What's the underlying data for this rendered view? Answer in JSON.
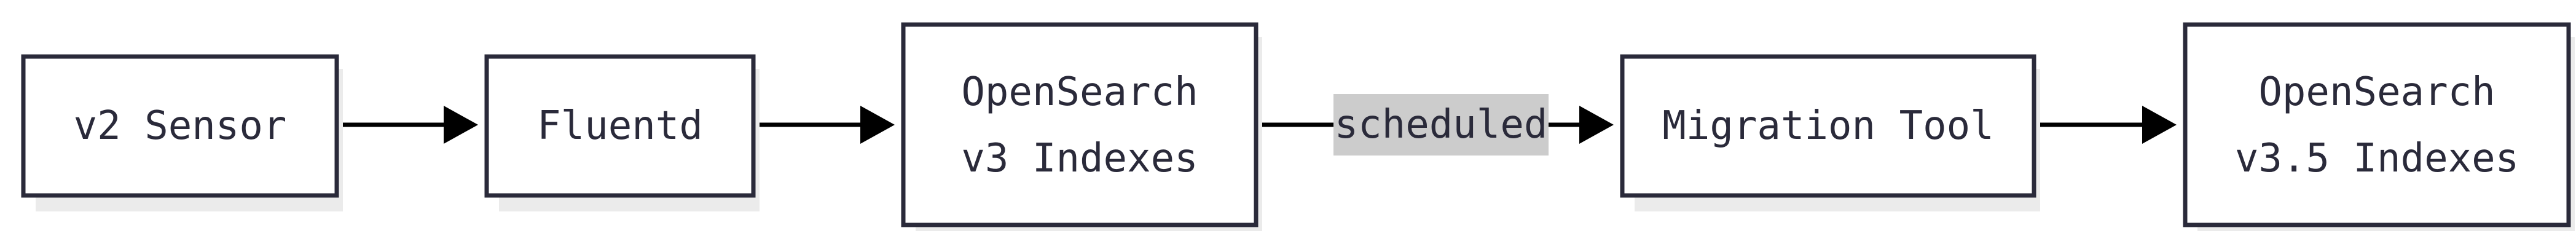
{
  "nodes": [
    {
      "id": "v2-sensor",
      "lines": [
        "v2 Sensor"
      ]
    },
    {
      "id": "fluentd",
      "lines": [
        "Fluentd"
      ]
    },
    {
      "id": "opensearch-v3",
      "lines": [
        "OpenSearch",
        "v3 Indexes"
      ]
    },
    {
      "id": "migration-tool",
      "lines": [
        "Migration Tool"
      ]
    },
    {
      "id": "opensearch-v35",
      "lines": [
        "OpenSearch",
        "v3.5 Indexes"
      ]
    }
  ],
  "edges": [
    {
      "from": "v2-sensor",
      "to": "fluentd",
      "label": ""
    },
    {
      "from": "fluentd",
      "to": "opensearch-v3",
      "label": ""
    },
    {
      "from": "opensearch-v3",
      "to": "migration-tool",
      "label": "scheduled"
    },
    {
      "from": "migration-tool",
      "to": "opensearch-v35",
      "label": ""
    }
  ],
  "colors": {
    "node_border": "#2a2a3a",
    "node_fill": "#ffffff",
    "edge": "#000000",
    "edge_label_bg": "#cccccc"
  }
}
